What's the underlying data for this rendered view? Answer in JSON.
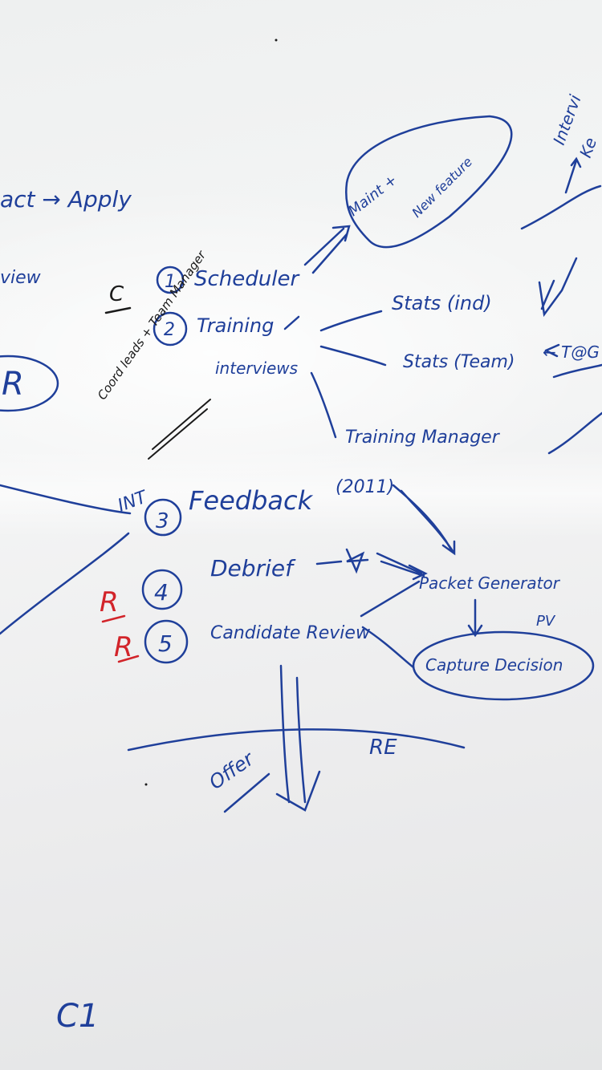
{
  "board": {
    "apply_line": "act → Apply",
    "view_fragment": "view",
    "r_circle": "R",
    "c_marker": "C",
    "coord_note": "Coord leads + Team Manager",
    "int_label": "INT",
    "steps": [
      {
        "num": "1",
        "label": "Scheduler"
      },
      {
        "num": "2",
        "label": "Training"
      },
      {
        "num": "",
        "label": "interviews"
      },
      {
        "num": "3",
        "label": "Feedback"
      },
      {
        "num": "4",
        "label": "Debrief"
      },
      {
        "num": "5",
        "label": "Candidate Review"
      }
    ],
    "maint_bubble": [
      "Maint +",
      "New feature"
    ],
    "stats_ind": "Stats (ind)",
    "stats_team": "Stats (Team)",
    "tag": "← T@G",
    "training_manager": "Training Manager",
    "feedback_year": "(2011)",
    "packet_generator": "Packet Generator",
    "pv": "PV",
    "capture_decision": "Capture Decision",
    "offer": "Offer",
    "re": "RE",
    "interview_kr": [
      "Intervi",
      "Ke"
    ],
    "r_marks": [
      "R",
      "R"
    ],
    "c1": "C1"
  },
  "colors": {
    "blue_ink": "#1f3f9a",
    "red_ink": "#d2242a",
    "black_ink": "#1a1a1a"
  }
}
